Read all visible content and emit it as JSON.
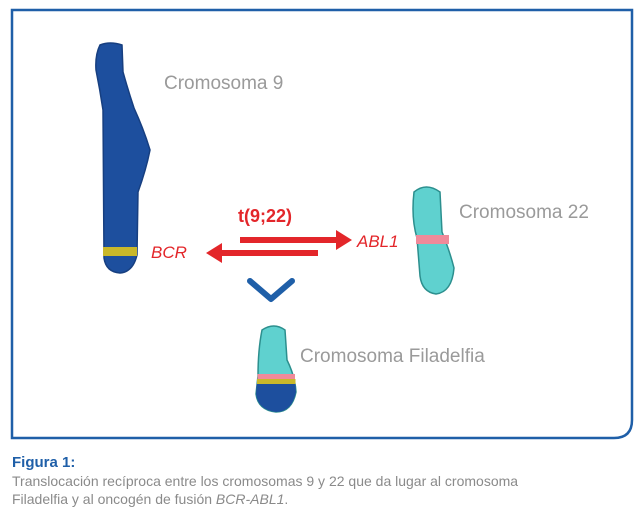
{
  "labels": {
    "chromosome9": "Cromosoma 9",
    "chromosome22": "Cromosoma 22",
    "philadelphia": "Cromosoma Filadelfia",
    "translocation": "t(9;22)",
    "bcr": "BCR",
    "abl1": "ABL1"
  },
  "caption": {
    "title": "Figura 1:",
    "text_line1": "Translocación recíproca entre los cromosomas 9 y 22 que da lugar al cromosoma",
    "text_line2_start": "Filadelfia y al oncogén de fusión ",
    "text_line2_italic": "BCR-ABL1",
    "text_line2_end": "."
  },
  "colors": {
    "frame": "#1f5fa8",
    "chromosome9": "#1d4f9e",
    "chromosome22": "#5fd1cf",
    "bcr_band": "#c9b82a",
    "abl1_band": "#f08a9a",
    "arrows": "#e3262a",
    "chevron": "#1f5fa8"
  }
}
